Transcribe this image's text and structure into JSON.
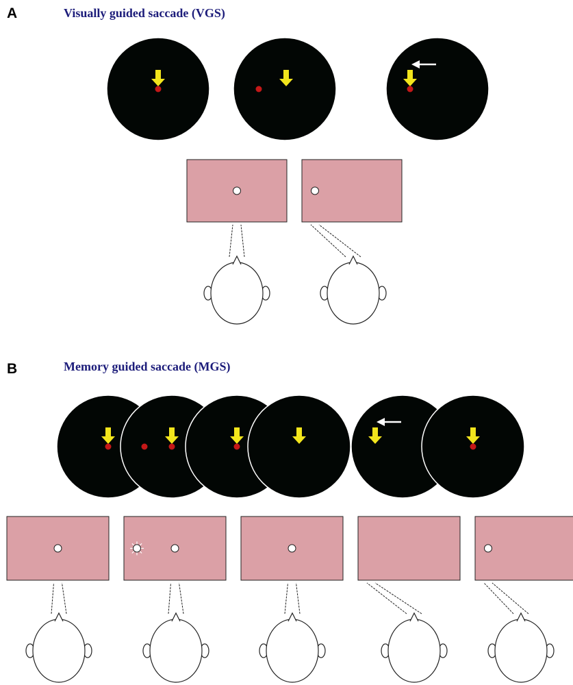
{
  "colors": {
    "background": "#ffffff",
    "title": "#1c1c7a",
    "circle_fill": "#020604",
    "circle_edge": "#ffffff",
    "arrow_fill": "#f2e51c",
    "dot_fill": "#c41818",
    "saccade_arrow": "#ffffff",
    "screen_fill": "#dba0a6",
    "screen_edge": "#222222",
    "stimulus_fill": "#ffffff",
    "head_stroke": "#222222"
  },
  "panels": [
    {
      "label": "A",
      "title": "Visually guided saccade (VGS)",
      "circles": [
        {
          "arrow": "down",
          "dots": [
            {
              "pos": "center"
            }
          ],
          "saccade_arrow": false
        },
        {
          "arrow": "down",
          "dots": [
            {
              "pos": "left"
            }
          ],
          "saccade_arrow": false
        },
        {
          "arrow": "down",
          "dots": [
            {
              "pos": "center"
            }
          ],
          "saccade_arrow": true
        }
      ],
      "screens": [
        {
          "stimuli": [
            {
              "pos": "center",
              "flash": false
            }
          ],
          "gaze": "center"
        },
        {
          "stimuli": [
            {
              "pos": "left",
              "flash": false
            }
          ],
          "gaze": "left"
        }
      ]
    },
    {
      "label": "B",
      "title": "Memory guided saccade (MGS)",
      "circles": [
        {
          "arrow": "down",
          "dots": [
            {
              "pos": "center"
            }
          ],
          "saccade_arrow": false
        },
        {
          "arrow": "down",
          "dots": [
            {
              "pos": "left"
            },
            {
              "pos": "center"
            }
          ],
          "saccade_arrow": false
        },
        {
          "arrow": "down",
          "dots": [
            {
              "pos": "center"
            }
          ],
          "saccade_arrow": false
        },
        {
          "arrow": "down",
          "dots": [],
          "saccade_arrow": false
        },
        {
          "arrow": "down",
          "dots": [],
          "saccade_arrow": true
        },
        {
          "arrow": "down",
          "dots": [
            {
              "pos": "center"
            }
          ],
          "saccade_arrow": false
        }
      ],
      "screens": [
        {
          "stimuli": [
            {
              "pos": "center",
              "flash": false
            }
          ],
          "gaze": "center"
        },
        {
          "stimuli": [
            {
              "pos": "left",
              "flash": true
            },
            {
              "pos": "center",
              "flash": false
            }
          ],
          "gaze": "center"
        },
        {
          "stimuli": [
            {
              "pos": "center",
              "flash": false
            }
          ],
          "gaze": "center"
        },
        {
          "stimuli": [],
          "gaze": "left"
        },
        {
          "stimuli": [
            {
              "pos": "left",
              "flash": false
            }
          ],
          "gaze": "left"
        }
      ]
    }
  ]
}
